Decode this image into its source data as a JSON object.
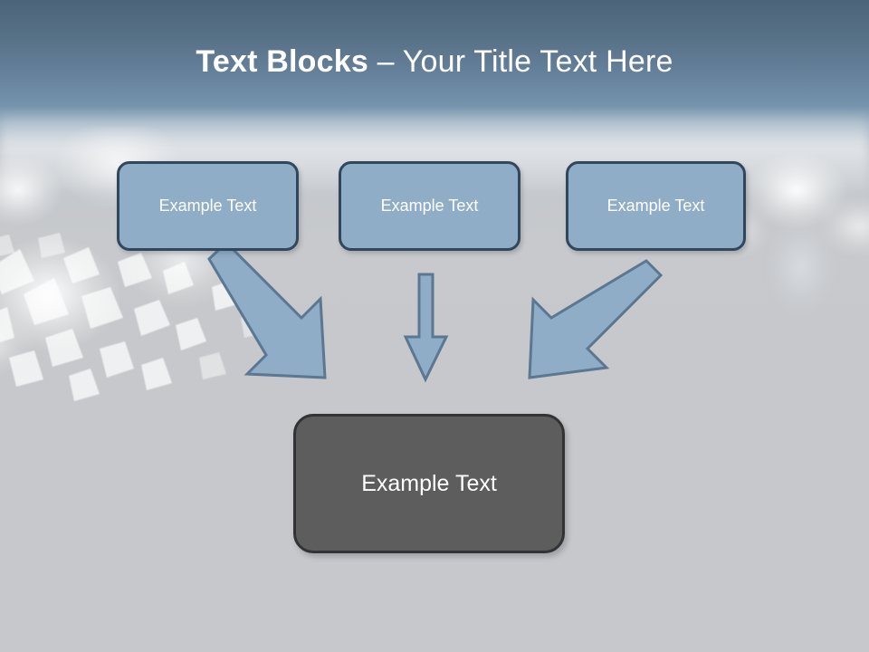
{
  "slide": {
    "title": {
      "strong": "Text Blocks",
      "separator": " – ",
      "light": "Your Title Text Here",
      "full": "Text Blocks – Your Title Text Here"
    },
    "colors": {
      "title_text": "#ffffff",
      "header_gradient_top": "#4c6479",
      "header_gradient_bottom": "#7694ad",
      "body_background": "#c6c8cb",
      "top_box_fill": "#8fadc7",
      "top_box_border": "#33475c",
      "bottom_box_fill": "#5d5d5d",
      "bottom_box_border": "#333333",
      "arrow_fill": "#8fadc7",
      "arrow_border": "#5b7792",
      "box_text": "#ffffff"
    },
    "top_boxes": [
      {
        "label": "Example Text"
      },
      {
        "label": "Example Text"
      },
      {
        "label": "Example Text"
      }
    ],
    "bottom_box": {
      "label": "Example Text"
    },
    "arrows": [
      {
        "name": "arrow-left-diagonal",
        "direction": "down-right"
      },
      {
        "name": "arrow-middle-vertical",
        "direction": "down"
      },
      {
        "name": "arrow-right-diagonal",
        "direction": "down-left"
      }
    ]
  }
}
